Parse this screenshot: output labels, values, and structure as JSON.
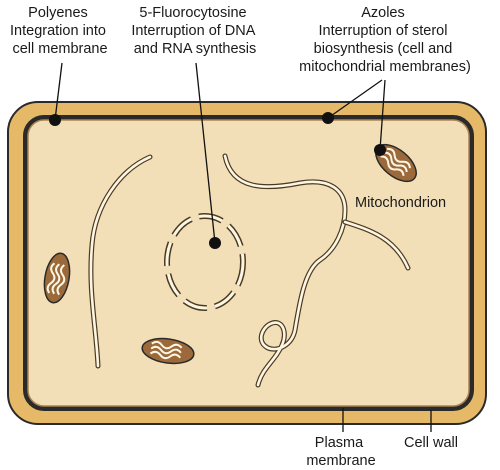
{
  "labels": {
    "polyenes": [
      "Polyenes",
      "Integration into",
      "cell membrane"
    ],
    "fluorocytosine": [
      "5-Fluorocytosine",
      "Interruption of DNA",
      "and RNA synthesis"
    ],
    "azoles": [
      "Azoles",
      "Interruption of sterol",
      "biosynthesis (cell and",
      "mitochondrial membranes)"
    ],
    "mitochondrion": "Mitochondrion",
    "plasma_membrane": [
      "Plasma",
      "membrane"
    ],
    "cell_wall": "Cell wall"
  },
  "colors": {
    "cell_wall": "#e6b968",
    "cytoplasm": "#f3dfb7",
    "membrane": "#8a6a3c",
    "mito_body": "#9c6a3a",
    "strand": "#fdf6e3",
    "marker": "#111111"
  }
}
